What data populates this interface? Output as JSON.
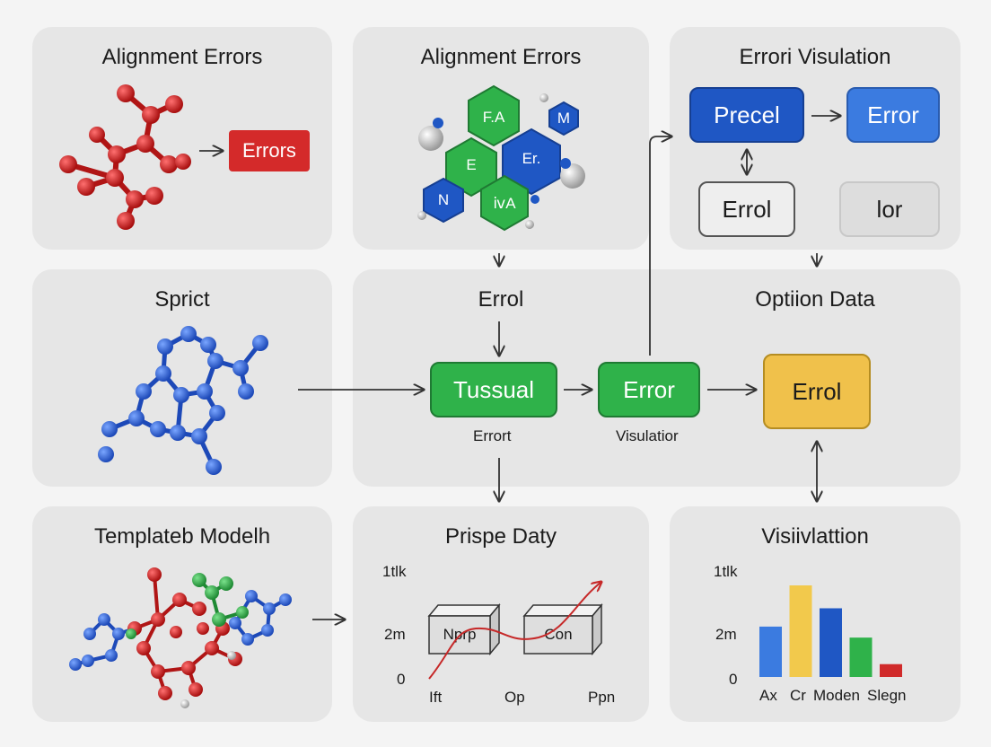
{
  "panels": {
    "p1": {
      "title": "Alignment Errors",
      "box": "Errors"
    },
    "p2": {
      "title": "Alignment Errors",
      "hexes": [
        "F.A",
        "M",
        "E",
        "Er.",
        "N",
        "ⅳA"
      ]
    },
    "p3": {
      "title": "Errori Visulation",
      "boxes": [
        "Precel",
        "Error",
        "Errol",
        "lor"
      ]
    },
    "p4": {
      "title": "Sprict"
    },
    "p5": {
      "title": "Errol",
      "boxes": [
        "Tussual",
        "Error"
      ],
      "labels": [
        "Errort",
        "Visulatior"
      ]
    },
    "p6": {
      "title": "Optiion Data",
      "box": "Errol"
    },
    "p7": {
      "title": "Templateb Modelh"
    },
    "p8": {
      "title": "Prispe Daty",
      "blocks": [
        "Nprp",
        "Con"
      ],
      "yticks": [
        "1tlk",
        "2m",
        "0"
      ],
      "xticks": [
        "Ift",
        "Op",
        "Ppn"
      ]
    },
    "p9": {
      "title": "Visiivlattion"
    }
  },
  "chart_data": {
    "type": "bar",
    "title": "Visiivlattion",
    "yticks": [
      "1tlk",
      "2m",
      "0"
    ],
    "x_labels": [
      "Ax",
      "Cr",
      "Moden",
      "Slegn"
    ],
    "bars": [
      {
        "value": 0.55,
        "color": "#3b7be0"
      },
      {
        "value": 1.0,
        "color": "#f2c94c"
      },
      {
        "value": 0.75,
        "color": "#1f57c4"
      },
      {
        "value": 0.43,
        "color": "#2fb24a"
      },
      {
        "value": 0.14,
        "color": "#d02a2a"
      }
    ]
  },
  "colors": {
    "red": "#d42a2a",
    "green": "#2fb24a",
    "blue": "#1f57c4",
    "light_blue": "#3b7be0",
    "yellow": "#f0c14b"
  }
}
